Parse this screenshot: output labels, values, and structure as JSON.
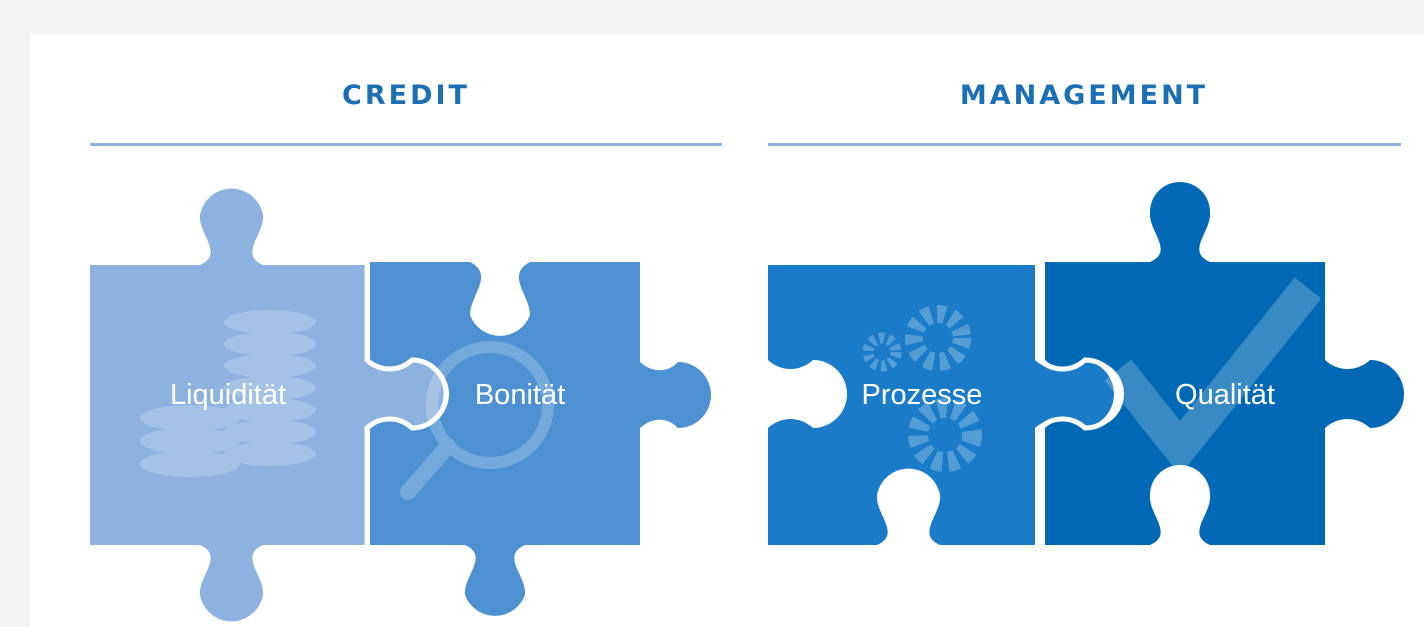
{
  "sections": [
    {
      "id": "credit",
      "title": "CREDIT",
      "color": "#1b6fb5"
    },
    {
      "id": "management",
      "title": "MANAGEMENT",
      "color": "#1b6fb5"
    }
  ],
  "puzzle_pieces": [
    {
      "id": "liquiditat",
      "label": "Liquidität",
      "section": "credit",
      "color": "#8db2e0",
      "icon": "coin-stack-icon"
    },
    {
      "id": "bonitat",
      "label": "Bonität",
      "section": "credit",
      "color": "#4d91d2",
      "icon": "magnifier-icon"
    },
    {
      "id": "prozesse",
      "label": "Prozesse",
      "section": "management",
      "color": "#1a7cc8",
      "icon": "gears-icon"
    },
    {
      "id": "qualitat",
      "label": "Qualität",
      "section": "management",
      "color": "#0068b4",
      "icon": "checkmark-icon"
    }
  ],
  "colors": {
    "rule": "#8db2e0",
    "background": "#ffffff",
    "outer_background": "#f3f3f3",
    "seam": "#ffffff"
  }
}
